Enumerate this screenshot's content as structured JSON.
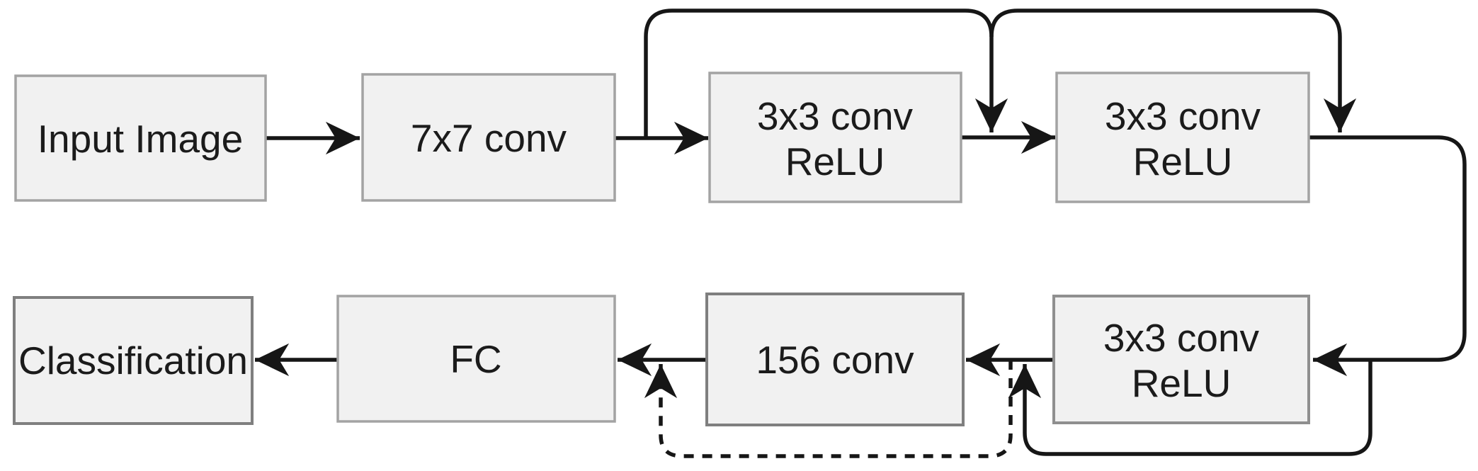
{
  "diagram": {
    "type": "neural-network-architecture-flowchart",
    "background_color": "#ffffff",
    "line_color": "#161616",
    "box_fill_color": "#f1f1f1",
    "box_border_color_light": "#a3a3a3",
    "box_border_color_dark": "#7f7f7f",
    "nodes": {
      "input_image": {
        "label": "Input Image"
      },
      "conv7x7": {
        "label": "7x7 conv"
      },
      "conv3x3_top_first": {
        "line1": "3x3 conv",
        "line2": "ReLU"
      },
      "conv3x3_top_second": {
        "line1": "3x3 conv",
        "line2": "ReLU"
      },
      "conv3x3_bottom": {
        "line1": "3x3 conv",
        "line2": "ReLU"
      },
      "conv156": {
        "label": "156 conv"
      },
      "fc": {
        "label": "FC"
      },
      "classification": {
        "label": "Classification"
      }
    },
    "edges": [
      {
        "from": "input_image",
        "to": "conv7x7",
        "style": "solid",
        "kind": "flow"
      },
      {
        "from": "conv7x7",
        "to": "conv3x3_top_first",
        "style": "solid",
        "kind": "flow"
      },
      {
        "from": "conv3x3_top_first",
        "to": "conv3x3_top_second",
        "style": "solid",
        "kind": "flow"
      },
      {
        "from": "conv3x3_top_second",
        "to": "conv3x3_bottom",
        "style": "solid",
        "kind": "flow-wrap-right"
      },
      {
        "from": "conv3x3_bottom",
        "to": "conv156",
        "style": "solid",
        "kind": "flow"
      },
      {
        "from": "conv156",
        "to": "fc",
        "style": "solid",
        "kind": "flow"
      },
      {
        "from": "fc",
        "to": "classification",
        "style": "solid",
        "kind": "flow"
      },
      {
        "from": "before conv3x3_top_first",
        "to": "after conv3x3_top_first",
        "style": "solid",
        "kind": "skip-over-top"
      },
      {
        "from": "after conv3x3_top_first",
        "to": "after conv3x3_top_second",
        "style": "solid",
        "kind": "skip-over-top"
      },
      {
        "from": "before conv3x3_bottom",
        "to": "after conv3x3_bottom",
        "style": "solid",
        "kind": "skip-under-bottom"
      },
      {
        "from": "before conv156",
        "to": "after conv156",
        "style": "dashed",
        "kind": "skip-under-bottom"
      }
    ]
  }
}
